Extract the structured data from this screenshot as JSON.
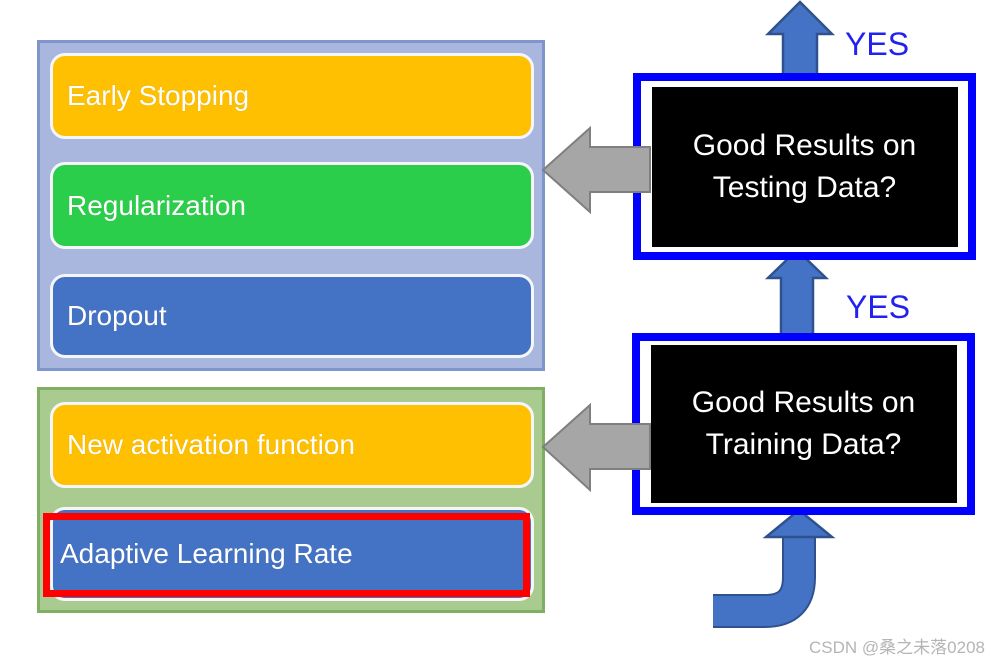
{
  "diagram": {
    "watermark": "CSDN @桑之未落0208",
    "yes_labels": {
      "top": "YES",
      "middle": "YES"
    },
    "testing_group": {
      "items": [
        {
          "label": "Early Stopping",
          "color": "#FFC002"
        },
        {
          "label": "Regularization",
          "color": "#2BCE4A"
        },
        {
          "label": "Dropout",
          "color": "#4472C4"
        }
      ]
    },
    "training_group": {
      "items": [
        {
          "label": "New activation function",
          "color": "#FFC002"
        },
        {
          "label": "Adaptive Learning Rate",
          "color": "#4472C4",
          "highlighted": true
        }
      ]
    },
    "questions": {
      "testing": {
        "line1": "Good Results on",
        "line2": "Testing Data?"
      },
      "training": {
        "line1": "Good Results on",
        "line2": "Training Data?"
      }
    },
    "colors": {
      "testing_group_bg": "#A9B6DD",
      "testing_group_border": "#7E96CB",
      "training_group_bg": "#A9CB90",
      "training_group_border": "#7FAF62",
      "question_border": "#0000FE",
      "question_bg": "#000000",
      "yes_text": "#2222EE",
      "arrow_blue_fill": "#4472C4",
      "arrow_blue_outline": "#2F528F",
      "arrow_gray_fill": "#A6A6A6",
      "arrow_gray_outline": "#7F7F7F",
      "highlight_red": "#FE0000"
    }
  }
}
